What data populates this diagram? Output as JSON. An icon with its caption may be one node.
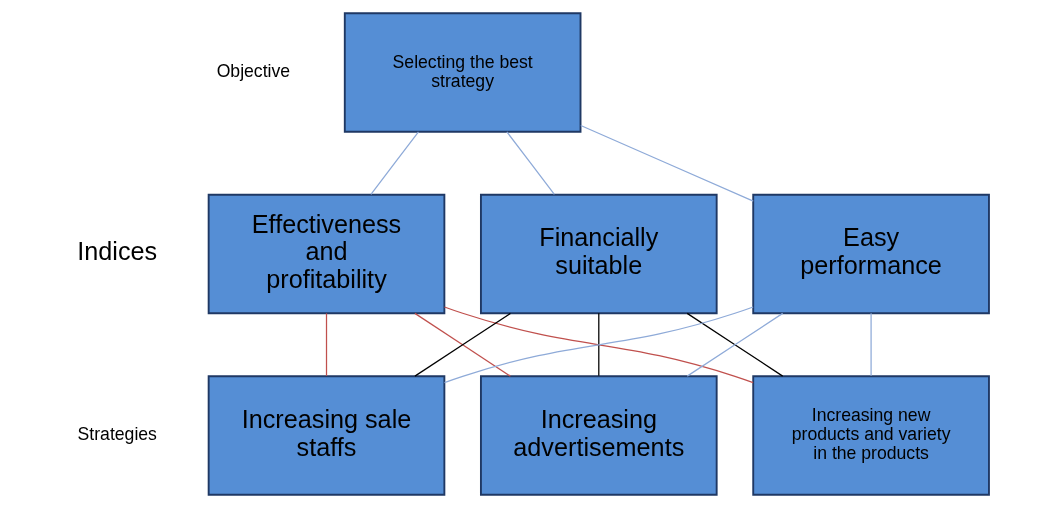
{
  "diagram": {
    "nodes": [
      {
        "text": [
          "Selecting the best strategy"
        ]
      },
      {
        "text": [
          "Effectiveness and profitability"
        ]
      },
      {
        "text": [
          "Financially suitable"
        ]
      },
      {
        "text": [
          "Easy performance"
        ]
      },
      {
        "text": [
          "Increasing sale staffs"
        ]
      },
      {
        "text": [
          "Increasing advertisements"
        ]
      },
      {
        "text": [
          "Increasing new products and variety in the products"
        ]
      }
    ],
    "edges": [
      {
        "from": 0,
        "to": 1,
        "arrow": "none"
      },
      {
        "from": 0,
        "to": 2,
        "arrow": "none"
      },
      {
        "from": 0,
        "to": 3,
        "arrow": "none"
      },
      {
        "from": 1,
        "to": 4,
        "arrow": "none",
        "color": "#c0504d"
      },
      {
        "from": 1,
        "to": 5,
        "arrow": "none",
        "color": "#c0504d"
      },
      {
        "from": 1,
        "to": 6,
        "arrow": "none",
        "color": "#c0504d"
      },
      {
        "from": 2,
        "to": 4,
        "arrow": "none",
        "color": "#000000"
      },
      {
        "from": 2,
        "to": 5,
        "arrow": "none",
        "color": "#000000"
      },
      {
        "from": 2,
        "to": 6,
        "arrow": "none",
        "color": "#000000"
      },
      {
        "from": 3,
        "to": 4,
        "arrow": "none"
      },
      {
        "from": 3,
        "to": 5,
        "arrow": "none"
      },
      {
        "from": 3,
        "to": 6,
        "arrow": "none"
      }
    ],
    "labels": [
      "Objective",
      "Indices",
      "Strategies"
    ]
  }
}
